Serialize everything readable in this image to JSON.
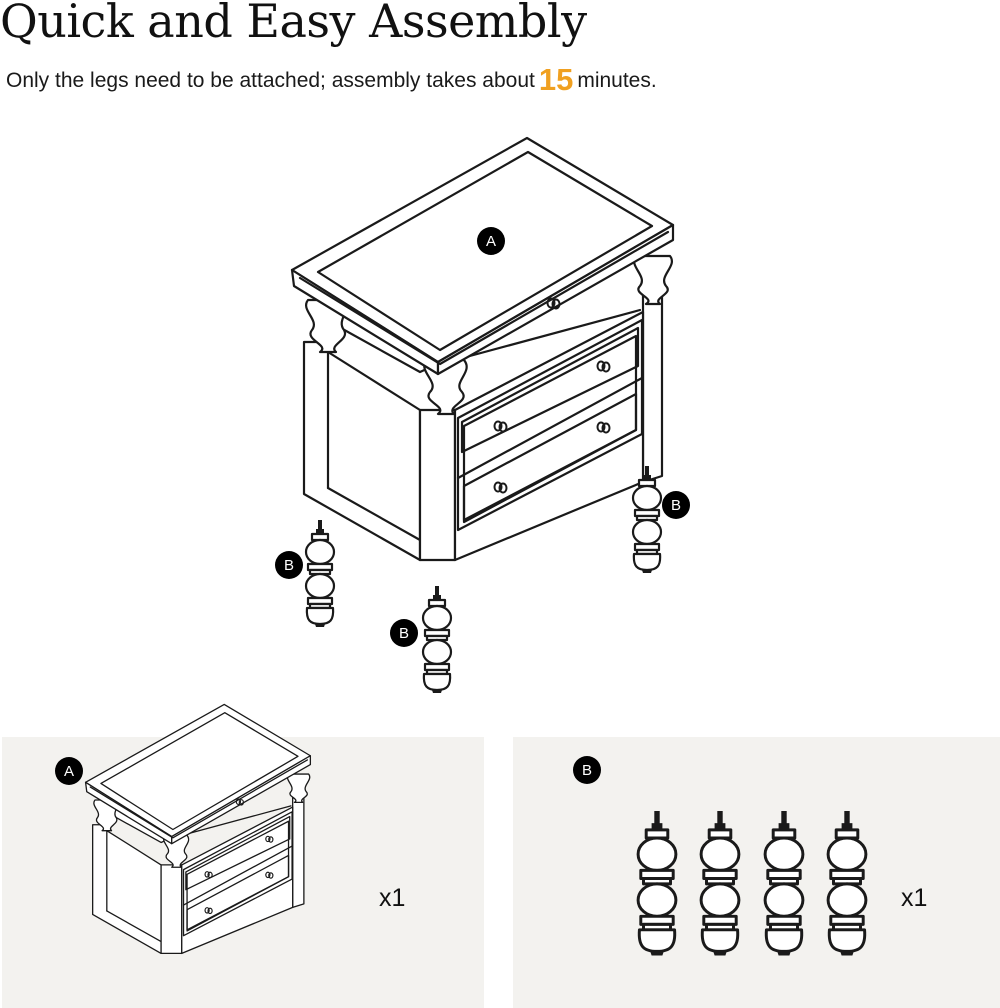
{
  "header": {
    "title": "Quick and Easy Assembly",
    "subtitle_pre": "Only the legs need to be attached;  assembly takes about",
    "subtitle_value": "15",
    "subtitle_post": "minutes."
  },
  "labels": {
    "part_a": "A",
    "part_b": "B"
  },
  "panels": {
    "a": {
      "label": "A",
      "quantity": "x1"
    },
    "b": {
      "label": "B",
      "quantity": "x1"
    }
  },
  "colors": {
    "highlight": "#f0a020",
    "panel_bg": "#f3f2ef",
    "line": "#1a1a1a"
  }
}
